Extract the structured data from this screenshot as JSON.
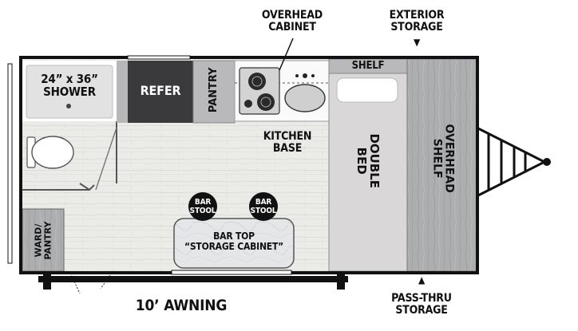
{
  "labels": {
    "overhead_cabinet": "OVERHEAD\nCABINET",
    "exterior_storage": "EXTERIOR\nSTORAGE",
    "shower": "24” x 36”\nSHOWER",
    "refer": "REFER",
    "pantry": "PANTRY",
    "shelf": "SHELF",
    "kitchen_base": "KITCHEN\nBASE",
    "double_bed": "DOUBLE\nBED",
    "overhead_shelf": "OVERHEAD\nSHELF",
    "bar_stool_left": "BAR\nSTOOL",
    "bar_stool_right": "BAR\nSTOOL",
    "bar_top": "BAR TOP\n“STORAGE CABINET”",
    "ward_pantry": "WARD/\nPANTRY",
    "awning": "10’ AWNING",
    "pass_thru_storage": "PASS-THRU\nSTORAGE"
  },
  "arrows": {
    "exterior_storage": "▼",
    "pass_thru_storage": "▲"
  },
  "colors": {
    "outline": "#1a1a1a",
    "floor": "#e9e9e6",
    "refer": "#3a3a3c",
    "cabinet_gray": "#b9b9bb",
    "bed": "#d9d7d8",
    "shelf_wood": "#a9abad",
    "shower": "#dcdcdc"
  }
}
